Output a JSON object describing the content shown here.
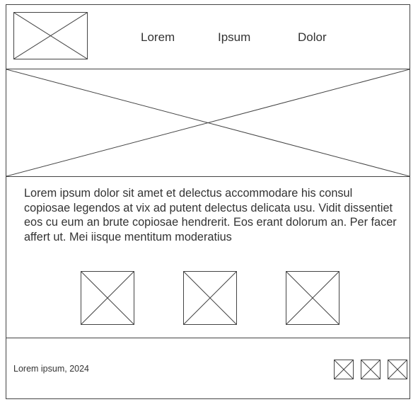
{
  "header": {
    "logo_icon": "image-placeholder-icon",
    "nav": [
      "Lorem",
      "Ipsum",
      "Dolor"
    ]
  },
  "hero": {
    "image_icon": "image-placeholder-icon"
  },
  "content": {
    "paragraph": "Lorem ipsum dolor sit amet et delectus accommodare his consul copiosae legendos at vix ad putent delectus delicata usu. Vidit dissentiet eos cu eum an brute copiosae hendrerit. Eos erant dolorum an. Per facer affert ut. Mei iisque mentitum moderatius",
    "thumbnails": [
      "image-placeholder-icon",
      "image-placeholder-icon",
      "image-placeholder-icon"
    ]
  },
  "footer": {
    "copyright": "Lorem ipsum, 2024",
    "social_icons": [
      "image-placeholder-icon",
      "image-placeholder-icon",
      "image-placeholder-icon"
    ]
  },
  "colors": {
    "line": "#444444",
    "text": "#333333",
    "background": "#ffffff"
  }
}
